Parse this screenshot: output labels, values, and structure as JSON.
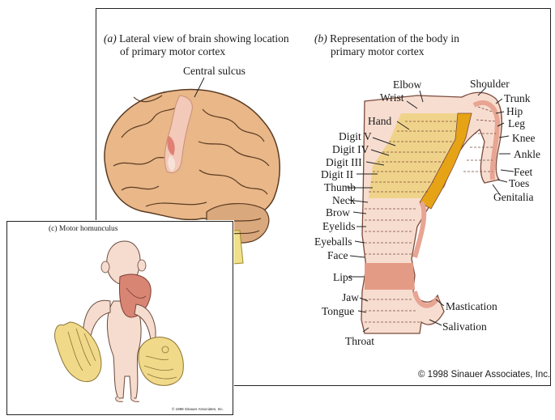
{
  "panel_a": {
    "caption_letter": "(a)",
    "caption_line1": "Lateral view of brain showing location",
    "caption_line2": "of primary motor cortex",
    "central_sulcus": "Central sulcus"
  },
  "panel_b": {
    "caption_letter": "(b)",
    "caption_line1": "Representation of the body in",
    "caption_line2": "primary motor cortex",
    "labels": {
      "elbow": "Elbow",
      "wrist": "Wrist",
      "hand": "Hand",
      "digit_v": "Digit V",
      "digit_iv": "Digit IV",
      "digit_iii": "Digit III",
      "digit_ii": "Digit II",
      "thumb": "Thumb",
      "neck": "Neck",
      "brow": "Brow",
      "eyelids": "Eyelids",
      "eyeballs": "Eyeballs",
      "face": "Face",
      "lips": "Lips",
      "jaw": "Jaw",
      "tongue": "Tongue",
      "throat": "Throat",
      "shoulder": "Shoulder",
      "trunk": "Trunk",
      "hip": "Hip",
      "leg": "Leg",
      "knee": "Knee",
      "ankle": "Ankle",
      "feet": "Feet",
      "toes": "Toes",
      "genitalia": "Genitalia",
      "mastication": "Mastication",
      "salivation": "Salivation"
    },
    "copyright": "© 1998 Sinauer Associates, Inc."
  },
  "panel_c": {
    "caption": "(c) Motor homunculus",
    "copyright": "© 1998 Sinauer Associates, Inc."
  },
  "colors": {
    "brain_fill": "#e9b788",
    "brain_outline": "#5b3b22",
    "motor_strip_pink": "#f3c9b9",
    "hand_zone": "#f0d38a",
    "thumb_zone": "#e6a315",
    "lips_zone": "#e49b86",
    "strip_outline": "#7a4b3c",
    "hand_yellow": "#f1d98a"
  }
}
